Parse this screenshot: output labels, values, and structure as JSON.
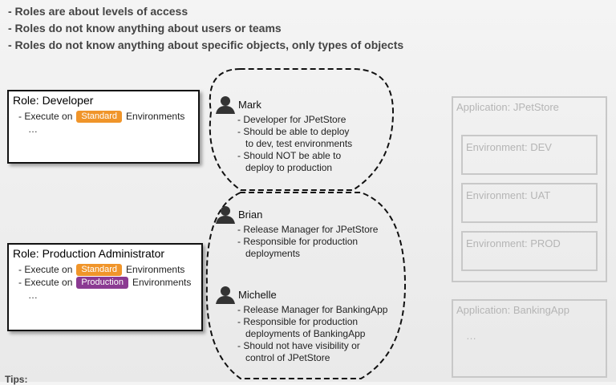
{
  "bullets": [
    "- Roles are about levels of access",
    "- Roles do not know anything about users or teams",
    "- Roles do not know anything about specific objects, only types of objects"
  ],
  "roles": [
    {
      "title": "Role:  Developer",
      "line1_prefix": "- Execute on",
      "line1_tag": "Standard",
      "line1_suffix": "Environments",
      "ellipsis": "…"
    },
    {
      "title": "Role:  Production Administrator",
      "line1_prefix": "- Execute on",
      "line1_tag": "Standard",
      "line1_suffix": "Environments",
      "line2_prefix": "- Execute on",
      "line2_tag": "Production",
      "line2_suffix": "Environments",
      "ellipsis": "…"
    }
  ],
  "people": {
    "mark": {
      "name": "Mark",
      "items": [
        "- Developer for JPetStore",
        "- Should be able to deploy",
        "to dev, test environments",
        "- Should NOT be able to",
        "deploy to production"
      ]
    },
    "brian": {
      "name": "Brian",
      "items": [
        "- Release Manager for JPetStore",
        "- Responsible for production",
        "deployments"
      ]
    },
    "michelle": {
      "name": "Michelle",
      "items": [
        "- Release Manager for BankingApp",
        "- Responsible for production",
        "deployments of BankingApp",
        "- Should not have visibility or",
        "control of JPetStore"
      ]
    }
  },
  "apps": [
    {
      "title": "Application: JPetStore",
      "environments": [
        "Environment: DEV",
        "Environment: UAT",
        "Environment: PROD"
      ]
    },
    {
      "title": "Application: BankingApp",
      "ellipsis": "…"
    }
  ],
  "tips": "Tips:",
  "colors": {
    "standard_tag": "#f0952a",
    "production_tag": "#8b3a92",
    "app_border": "#c8c8c8"
  },
  "icons": {
    "person": "person-silhouette-icon"
  }
}
